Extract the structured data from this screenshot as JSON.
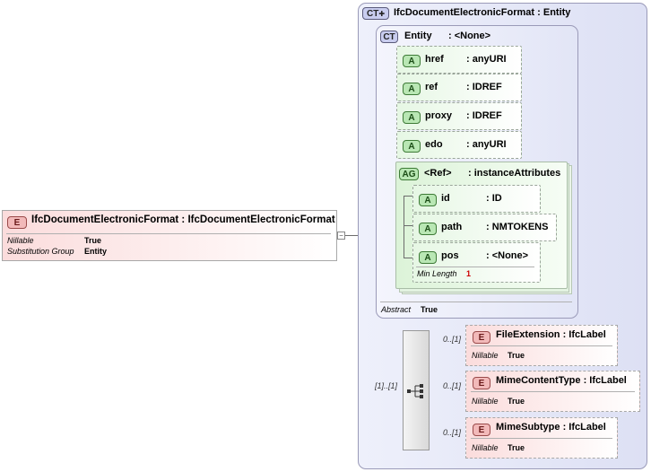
{
  "root_element": {
    "badge": "E",
    "title": "IfcDocumentElectronicFormat : IfcDocumentElectronicFormat",
    "props": [
      {
        "name": "Nillable",
        "value": "True"
      },
      {
        "name": "Substitution Group",
        "value": "Entity"
      }
    ],
    "toggle": "−"
  },
  "complex_type": {
    "badge": "CT",
    "title": "IfcDocumentElectronicFormat : Entity"
  },
  "base_type": {
    "badge": "CT",
    "name": "Entity",
    "type": ": <None>",
    "abstract_label": "Abstract",
    "abstract_value": "True"
  },
  "attributes": [
    {
      "badge": "A",
      "name": "href",
      "type": ": anyURI"
    },
    {
      "badge": "A",
      "name": "ref",
      "type": ": IDREF"
    },
    {
      "badge": "A",
      "name": "proxy",
      "type": ": IDREF"
    },
    {
      "badge": "A",
      "name": "edo",
      "type": ": anyURI"
    }
  ],
  "attribute_group": {
    "badge": "AG",
    "name": "<Ref>",
    "type": ": instanceAttributes",
    "attributes": [
      {
        "badge": "A",
        "name": "id",
        "type": ": ID"
      },
      {
        "badge": "A",
        "name": "path",
        "type": ": NMTOKENS"
      },
      {
        "badge": "A",
        "name": "pos",
        "type": ": <None>",
        "prop_label": "Min Length",
        "prop_value": "1"
      }
    ]
  },
  "sequence": {
    "multiplicity": "[1]..[1]",
    "children": [
      {
        "badge": "E",
        "title": "FileExtension : IfcLabel",
        "multiplicity": "0..[1]",
        "prop": "Nillable",
        "value": "True"
      },
      {
        "badge": "E",
        "title": "MimeContentType : IfcLabel",
        "multiplicity": "0..[1]",
        "prop": "Nillable",
        "value": "True"
      },
      {
        "badge": "E",
        "title": "MimeSubtype : IfcLabel",
        "multiplicity": "0..[1]",
        "prop": "Nillable",
        "value": "True"
      }
    ]
  }
}
